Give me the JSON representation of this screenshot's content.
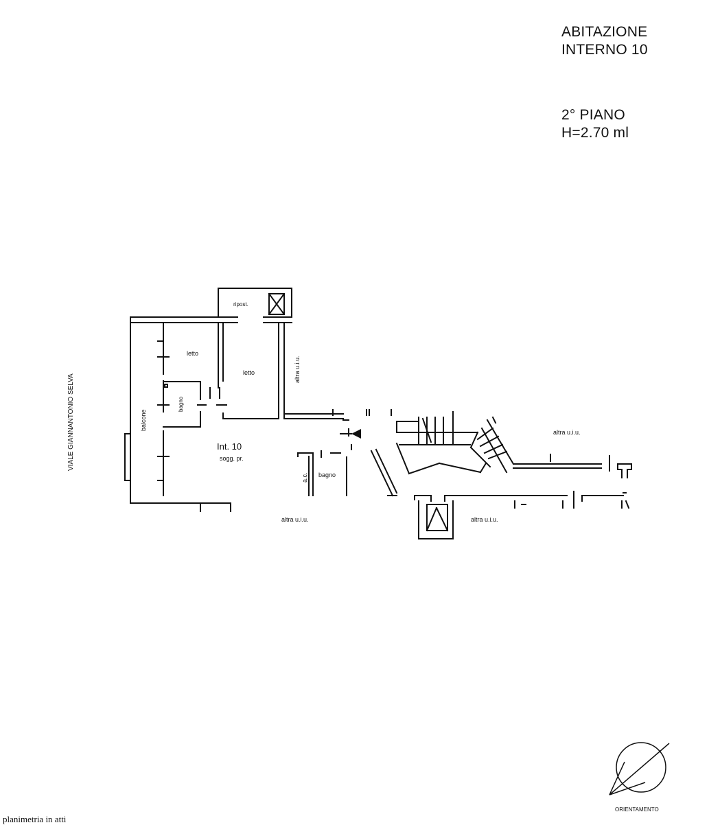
{
  "header": {
    "line1": "ABITAZIONE",
    "line2": "INTERNO 10",
    "line3": "2° PIANO",
    "line4": "H=2.70 ml"
  },
  "plan": {
    "street": "VIALE GIANNANTONIO SELVA",
    "rooms": {
      "ripostiglio": "ripost.",
      "letto1": "letto",
      "letto2": "letto",
      "balcone": "balcone",
      "bagno_small": "bagno",
      "unit": "Int. 10",
      "soggiorno": "sogg. pr.",
      "ac": "a.c.",
      "bagno": "bagno",
      "altra_right_vertical": "altra u.i.u.",
      "altra_bottom_left": "altra u.i.u.",
      "altra_bottom_mid": "altra u.i.u.",
      "altra_right": "altra u.i.u."
    },
    "orientation_label": "ORIENTAMENTO"
  },
  "footer": {
    "note": "planimetria in atti"
  },
  "colors": {
    "ink": "#111111",
    "paper": "#ffffff"
  }
}
